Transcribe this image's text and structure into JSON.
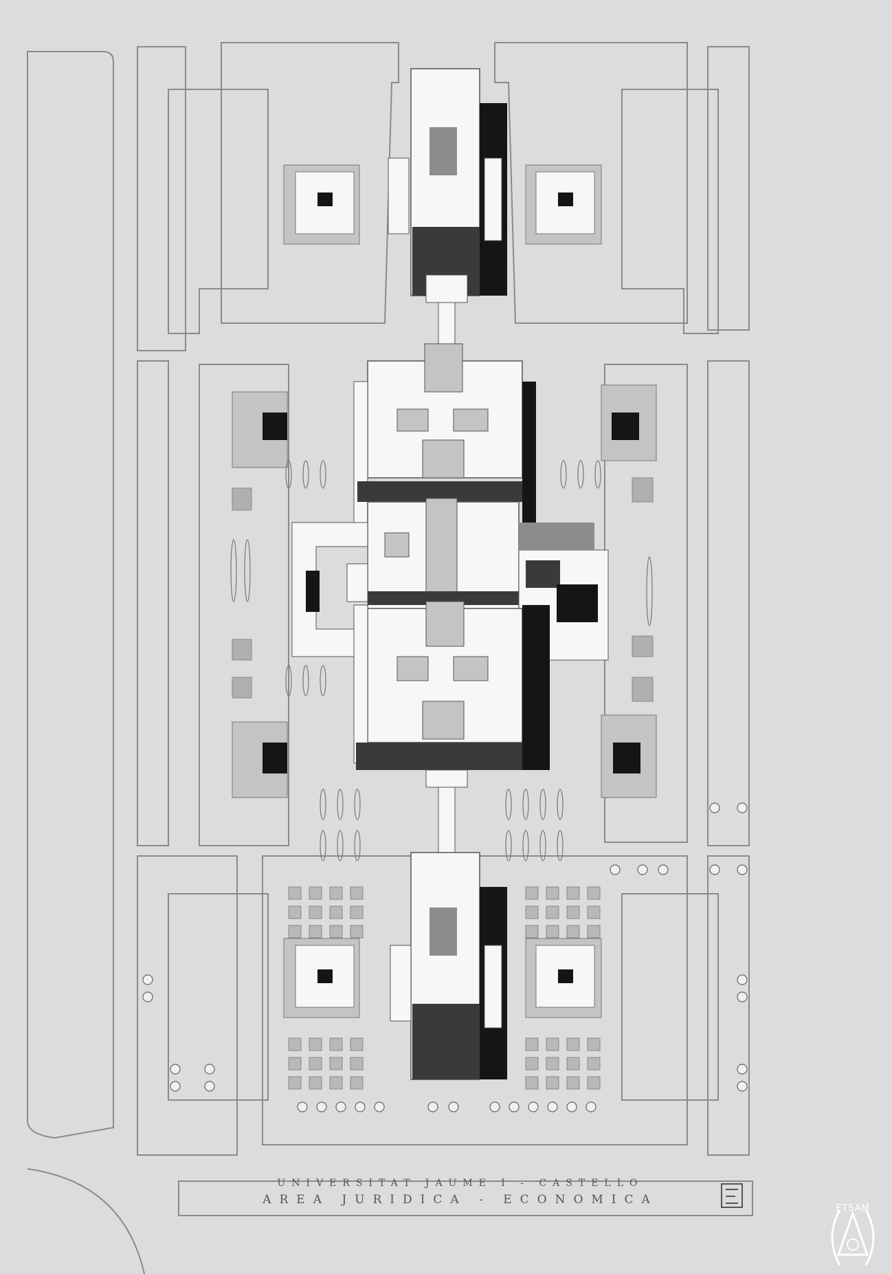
{
  "caption": {
    "line1": "UNIVERSITAT JAUME I - CASTELLO",
    "line2": "AREA JURIDICA - ECONOMICA"
  },
  "stamp": {
    "text": "ETSAM"
  },
  "colors": {
    "paper": "#dcdcdc",
    "line": "#8a8a8a",
    "white": "#f7f7f7",
    "light": "#c4c4c4",
    "mid": "#8c8c8c",
    "dark": "#3a3a3a",
    "black": "#151515"
  }
}
